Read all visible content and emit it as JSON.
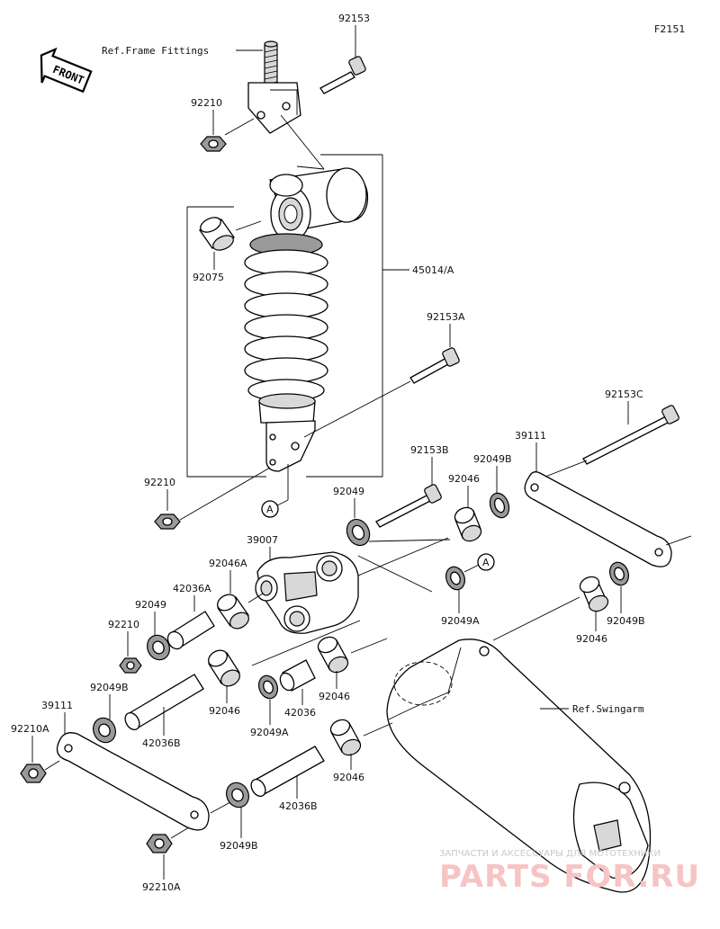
{
  "figure_code": "F2151",
  "front_marker": "FRONT",
  "references": {
    "frame_fittings": "Ref.Frame Fittings",
    "swingarm": "Ref.Swingarm"
  },
  "callout_letter": "A",
  "part_labels": {
    "p92153": "92153",
    "p92210_top": "92210",
    "p92075": "92075",
    "p45014A": "45014/A",
    "p92153A": "92153A",
    "p92153C": "92153C",
    "p39111_right": "39111",
    "p92210_mid": "92210",
    "p92153B": "92153B",
    "p92049B_top": "92049B",
    "p92049_top": "92049",
    "p92046_top": "92046",
    "p39007": "39007",
    "p92046A": "92046A",
    "p42036A": "42036A",
    "p92049_left": "92049",
    "p92210_left": "92210",
    "p92049A_right": "92049A",
    "p92049B_right": "92049B",
    "p92046_right": "92046",
    "p92049B_left": "92049B",
    "p39111_left": "39111",
    "p92210A_left": "92210A",
    "p42036B_upper": "42036B",
    "p92046_c1": "92046",
    "p92049A_center": "92049A",
    "p42036": "42036",
    "p92046_c2": "92046",
    "p92046_low": "92046",
    "p42036B_lower": "42036B",
    "p92049B_bottom": "92049B",
    "p92210A_bottom": "92210A"
  },
  "watermark": {
    "line1": "ЗАПЧАСТИ И АКСЕССУАРЫ ДЛЯ МОТОТЕХНИКИ",
    "line2": "PARTS FOR.RU"
  }
}
